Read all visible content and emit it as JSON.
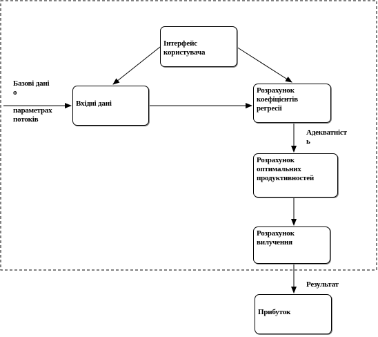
{
  "nodes": {
    "interface": "Інтерфейс\nкористувача",
    "input": "Вхідні  дані",
    "regression": "Розрахунок\nкоефіцієнтів\nрегресії",
    "optimal": "Розрахунок\nоптимальних\nпродуктивностей",
    "extraction": "Розрахунок\nвилучення",
    "profit": "Прибуток"
  },
  "labels": {
    "base_data": "Базові дані\nо\n\nпараметрах\nпотоків",
    "adequacy": "Адекватніст\nь",
    "result": "Результат"
  }
}
